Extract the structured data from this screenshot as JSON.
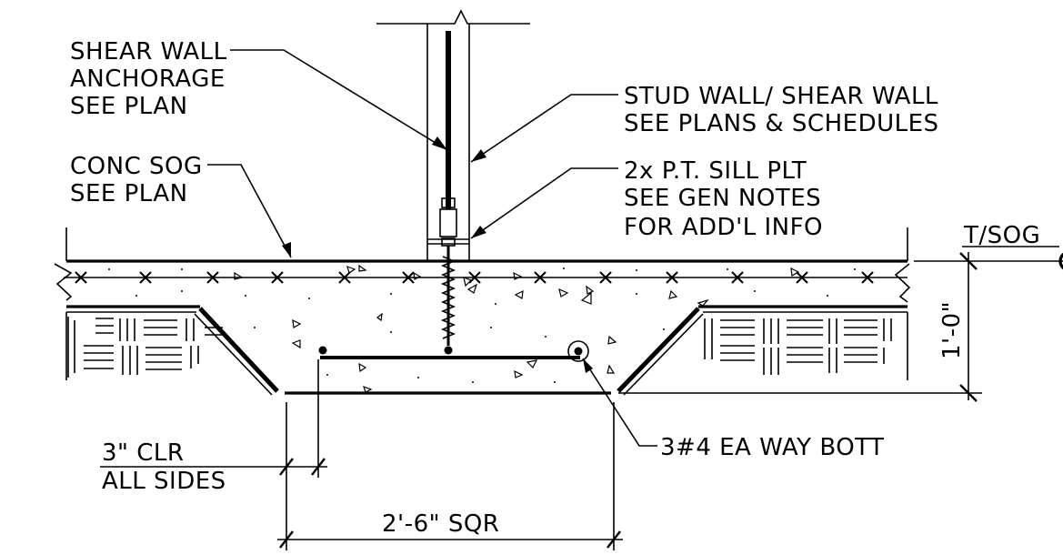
{
  "notes": {
    "shear_anchor": [
      "SHEAR WALL",
      "ANCHORAGE",
      "SEE PLAN"
    ],
    "conc_sog": [
      "CONC SOG",
      "SEE PLAN"
    ],
    "stud_wall": [
      "STUD WALL/ SHEAR WALL",
      "SEE PLANS & SCHEDULES"
    ],
    "sill_plate": [
      "2x P.T. SILL PLT",
      "SEE GEN NOTES",
      "FOR ADD'L INFO"
    ],
    "rebar": "3#4 EA WAY BOTT",
    "clear_cover": [
      "3\" CLR",
      "ALL SIDES"
    ],
    "footing_size": "2'-6\" SQR",
    "depth": "1'-0\"",
    "top_of_slab": "T/SOG"
  }
}
